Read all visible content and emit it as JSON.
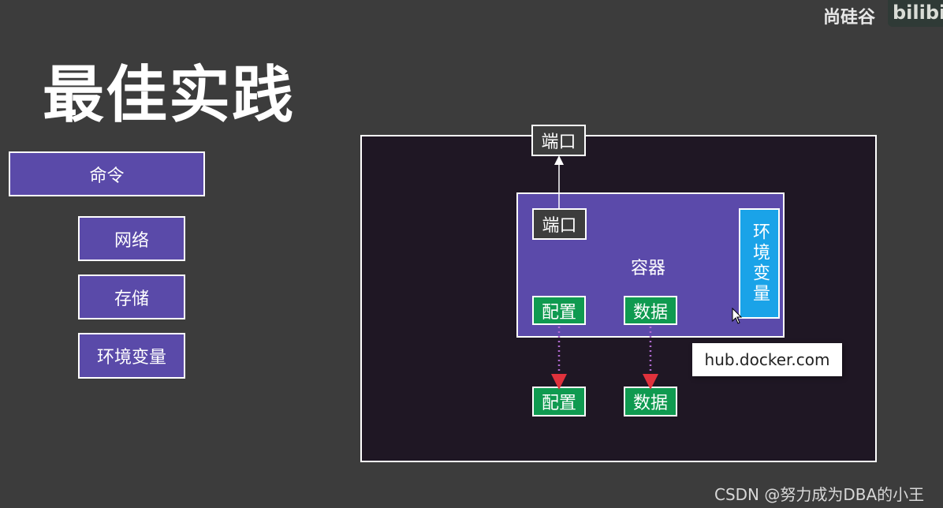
{
  "slide": {
    "title": "最佳实践",
    "brand": "尚硅谷",
    "brand_logo": "bilibili",
    "watermark": "CSDN @努力成为DBA的小王"
  },
  "menu": {
    "main": "命令",
    "items": [
      "网络",
      "存储",
      "环境变量"
    ]
  },
  "diagram": {
    "host_port": "端口",
    "container_port": "端口",
    "container_label": "容器",
    "config_inner": "配置",
    "data_inner": "数据",
    "config_outer": "配置",
    "data_outer": "数据",
    "env_label": "环境变量",
    "hub_label": "hub.docker.com"
  },
  "colors": {
    "background": "#3c3c3c",
    "box_purple": "#5a4aa9",
    "frame_dark": "#1f1724",
    "green": "#0f9a50",
    "env_blue": "#1aa3e8",
    "arrow_red": "#e0323c"
  },
  "icons": [
    "mouse-cursor-icon"
  ]
}
